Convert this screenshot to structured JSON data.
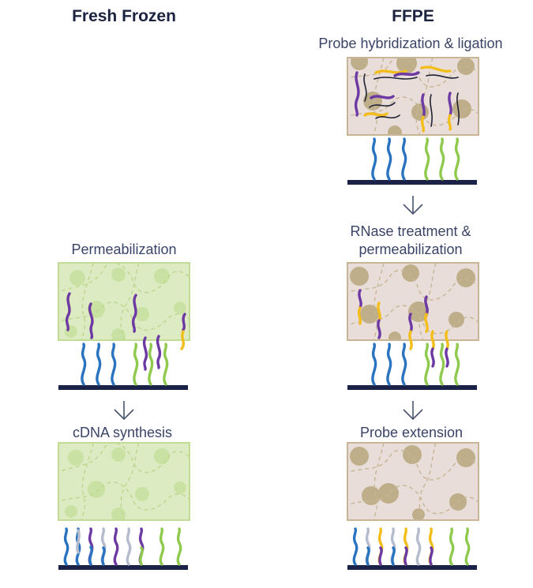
{
  "columns": [
    {
      "title": "Fresh Frozen"
    },
    {
      "title": "FFPE"
    }
  ],
  "steps": {
    "probe_hybridization": "Probe hybridization & ligation",
    "permeabilization": "Permeabilization",
    "rnase_line1": "RNase treatment &",
    "rnase_line2": "permeabilization",
    "cdna_synthesis": "cDNA synthesis",
    "probe_extension": "Probe extension"
  },
  "colors": {
    "title_text": "#1c2340",
    "label_text": "#3a4466",
    "fresh_tissue_fill": "#dcebc2",
    "fresh_tissue_border": "#c2dc96",
    "fresh_cell_blob": "#c9e2a3",
    "ffpe_tissue_fill": "#e9ddd9",
    "ffpe_tissue_border": "#c7b595",
    "ffpe_nucleus": "#bfae8a",
    "slide_base": "#1b2247",
    "probe_blue": "#2a73c0",
    "probe_green": "#8fca4e",
    "probe_purple": "#6d3aa3",
    "probe_yellow": "#f3bd1c",
    "probe_gray": "#b5bccd",
    "rna_black": "#1f2233",
    "arrow": "#4a5370"
  }
}
